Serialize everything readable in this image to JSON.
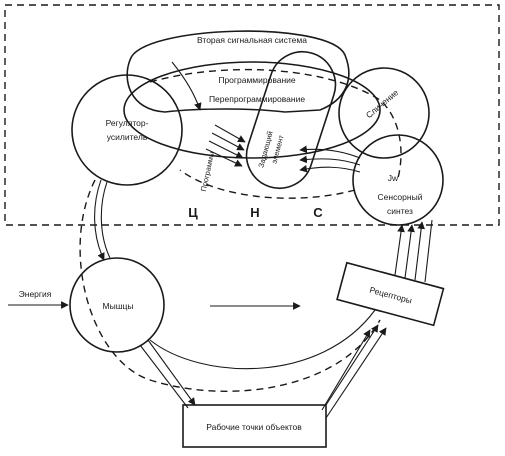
{
  "labels": {
    "second_signal_system": "Вторая сигнальная система",
    "programming": "Программирование",
    "reprogramming": "Перепрограммирование",
    "comparison": "Сличение",
    "regulator_line1": "Регулятор-",
    "regulator_line2": "усилитель",
    "programs": "Программы",
    "setting_line1": "Задающий",
    "setting_line2": "элемент",
    "jw": "Jw",
    "sensory_line1": "Сенсорный",
    "sensory_line2": "синтез",
    "cns_c": "Ц",
    "cns_n": "Н",
    "cns_s": "С",
    "energy": "Энергия",
    "muscles": "Мышцы",
    "receptors": "Рецепторы",
    "work_points": "Рабочие точки объектов"
  }
}
